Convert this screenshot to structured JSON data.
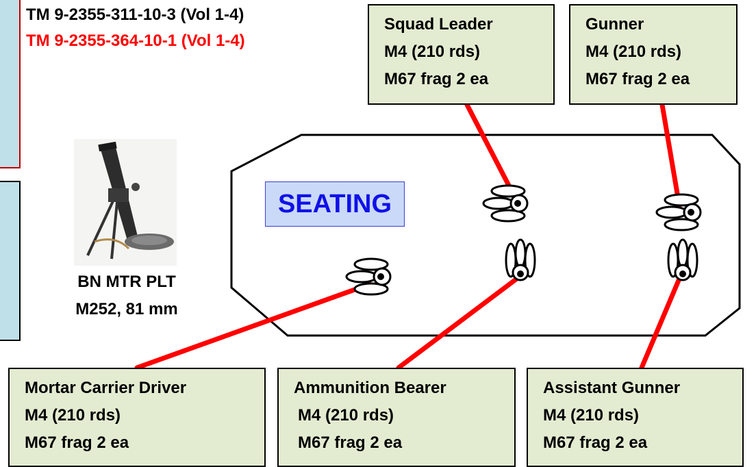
{
  "tm_references": [
    "TM 9-2355-311-10-3 (Vol 1-4)",
    "TM 9-2355-364-10-1 (Vol 1-4)"
  ],
  "colors": {
    "reference_red": "#ff0000",
    "role_box_fill": "#e3ecd1",
    "leader_line": "#ff0000",
    "seating_fill": "#c9d9f7",
    "seating_text": "#1010e8",
    "side_panel": "#bfe0e8"
  },
  "roles": {
    "squad_leader": {
      "title": "Squad Leader",
      "weapon": "M4 (210 rds)",
      "grenade": "M67 frag 2 ea"
    },
    "gunner": {
      "title": "Gunner",
      "weapon": "M4 (210 rds)",
      "grenade": "M67 frag 2 ea"
    },
    "driver": {
      "title": "Mortar Carrier Driver",
      "weapon": "M4 (210 rds)",
      "grenade": "M67 frag 2 ea"
    },
    "ammo_bearer": {
      "title": "Ammunition Bearer",
      "weapon": "M4 (210 rds)",
      "grenade": "M67 frag 2 ea"
    },
    "assistant_gunner": {
      "title": "Assistant Gunner",
      "weapon": "M4 (210 rds)",
      "grenade": "M67 frag 2 ea"
    }
  },
  "mortar": {
    "caption_line1": "BN MTR PLT",
    "caption_line2": "M252, 81 mm",
    "icon": "mortar-image"
  },
  "seating_label": "SEATING",
  "seat_icon": "seat-icon"
}
